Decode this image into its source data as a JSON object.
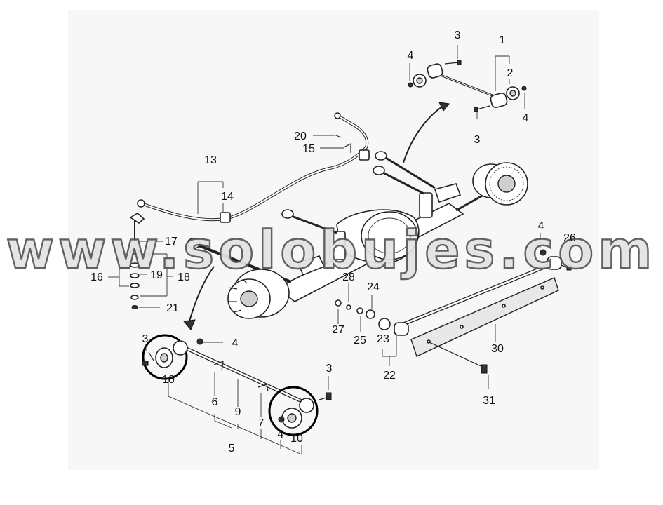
{
  "watermark": "www.solobujes.com",
  "callouts": [
    {
      "id": "c1",
      "text": "1"
    },
    {
      "id": "c2",
      "text": "2"
    },
    {
      "id": "c3a",
      "text": "3"
    },
    {
      "id": "c3b",
      "text": "3"
    },
    {
      "id": "c4a",
      "text": "4"
    },
    {
      "id": "c4b",
      "text": "4"
    },
    {
      "id": "c20",
      "text": "20"
    },
    {
      "id": "c15",
      "text": "15"
    },
    {
      "id": "c13",
      "text": "13"
    },
    {
      "id": "c14",
      "text": "14"
    },
    {
      "id": "c17",
      "text": "17"
    },
    {
      "id": "c16",
      "text": "16"
    },
    {
      "id": "c19",
      "text": "19"
    },
    {
      "id": "c18",
      "text": "18"
    },
    {
      "id": "c21",
      "text": "21"
    },
    {
      "id": "c4c",
      "text": "4"
    },
    {
      "id": "c26",
      "text": "26"
    },
    {
      "id": "c28",
      "text": "28"
    },
    {
      "id": "c24",
      "text": "24"
    },
    {
      "id": "c27",
      "text": "27"
    },
    {
      "id": "c25",
      "text": "25"
    },
    {
      "id": "c23",
      "text": "23"
    },
    {
      "id": "c22",
      "text": "22"
    },
    {
      "id": "c30",
      "text": "30"
    },
    {
      "id": "c31",
      "text": "31"
    },
    {
      "id": "c3c",
      "text": "3"
    },
    {
      "id": "c4d",
      "text": "4"
    },
    {
      "id": "c10a",
      "text": "10"
    },
    {
      "id": "c6",
      "text": "6"
    },
    {
      "id": "c9",
      "text": "9"
    },
    {
      "id": "c3d",
      "text": "3"
    },
    {
      "id": "c7",
      "text": "7"
    },
    {
      "id": "c4e",
      "text": "4"
    },
    {
      "id": "c10b",
      "text": "10"
    },
    {
      "id": "c5",
      "text": "5"
    }
  ]
}
